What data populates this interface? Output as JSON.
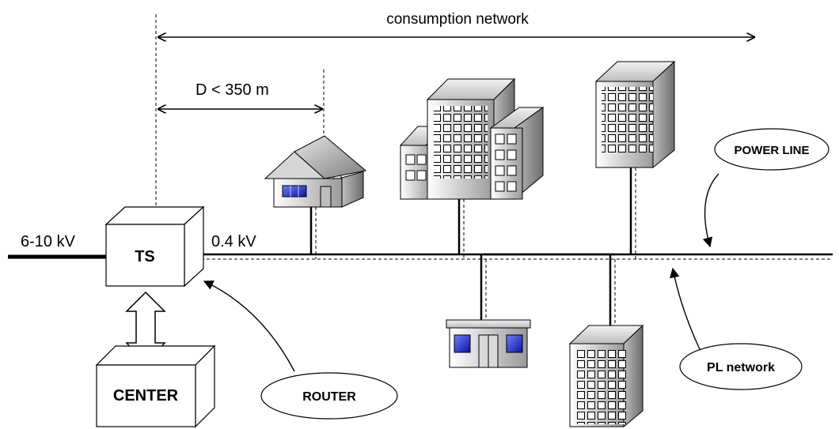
{
  "labels": {
    "consumption_network": "consumption network",
    "distance": "D < 350 m",
    "high_voltage": "6-10 kV",
    "low_voltage": "0.4 kV",
    "ts": "TS",
    "center": "CENTER",
    "router": "ROUTER",
    "power_line": "POWER LINE",
    "pl_network": "PL network"
  },
  "colors": {
    "line": "#000000",
    "window_blue": "#1f2fd0",
    "building_light": "#ffffff",
    "building_dark": "#8a8a8a"
  }
}
